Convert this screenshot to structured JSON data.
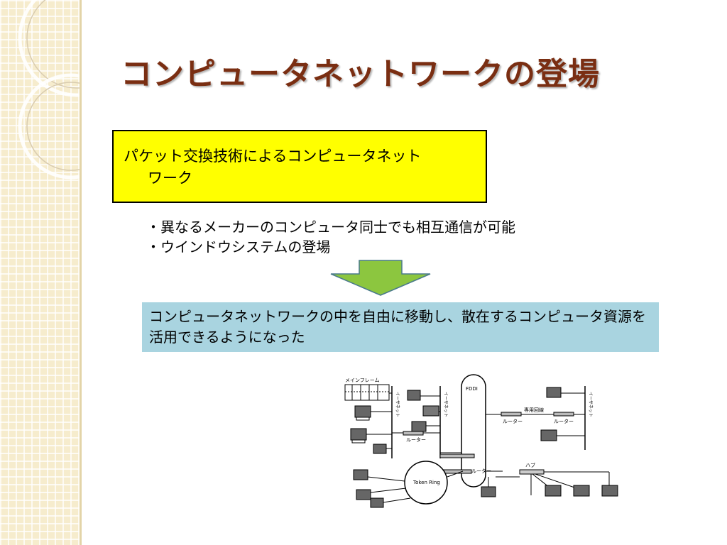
{
  "title": "コンピュータネットワークの登場",
  "yellow_box": {
    "line1": "パケット交換技術によるコンピュータネット",
    "line2": "ワーク"
  },
  "bullets": [
    "・異なるメーカーのコンピュータ同士でも相互通信が可能",
    "・ウインドウシステムの登場"
  ],
  "blue_box": {
    "text": "コンピュータネットワークの中を自由に移動し、散在するコンピュータ資源を活用できるようになった"
  },
  "diagram": {
    "mainframe_label": "メインフレーム",
    "fddi_label": "FDDI",
    "token_ring_label": "Token Ring",
    "router_label": "ルーター",
    "hub_label": "ハブ",
    "leased_line_label": "専用回線",
    "ethernet_label": "イーサネット"
  },
  "colors": {
    "title": "#7a2e12",
    "yellow_box": "#ffff00",
    "blue_box": "#a9d4e0",
    "arrow": "#8cc63f",
    "sidebar": "#f6eccd"
  }
}
